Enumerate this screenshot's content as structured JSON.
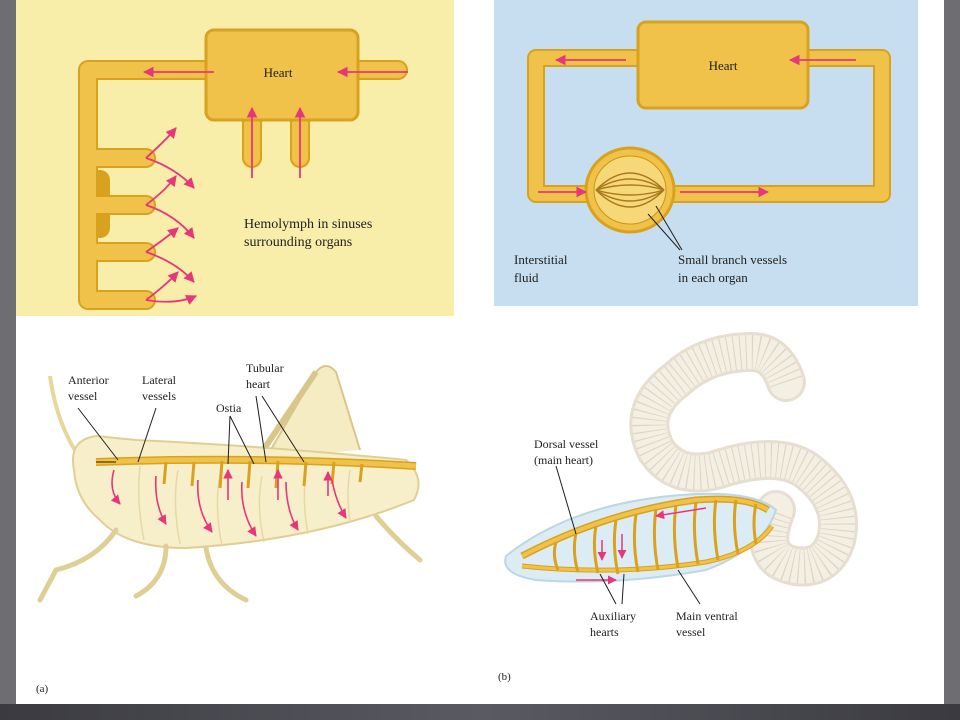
{
  "open_system": {
    "heart_label": "Heart",
    "caption_lines": [
      "Hemolymph in sinuses",
      "surrounding organs"
    ]
  },
  "closed_system": {
    "heart_label": "Heart",
    "interstitial_lines": [
      "Interstitial",
      "fluid"
    ],
    "branch_lines": [
      "Small branch vessels",
      "in each organ"
    ]
  },
  "grasshopper": {
    "anterior_lines": [
      "Anterior",
      "vessel"
    ],
    "lateral_lines": [
      "Lateral",
      "vessels"
    ],
    "tubular_lines": [
      "Tubular",
      "heart"
    ],
    "ostia_label": "Ostia",
    "panel_label": "(a)"
  },
  "earthworm": {
    "dorsal_lines": [
      "Dorsal vessel",
      "(main heart)"
    ],
    "auxiliary_lines": [
      "Auxiliary",
      "hearts"
    ],
    "ventral_lines": [
      "Main ventral",
      "vessel"
    ],
    "panel_label": "(b)"
  },
  "colors": {
    "vessel": "#f0c24a",
    "vessel_edge": "#d9a21e",
    "arrow": "#e8367a",
    "panel_yellow": "#f8eeaa",
    "panel_blue": "#c6def0"
  }
}
